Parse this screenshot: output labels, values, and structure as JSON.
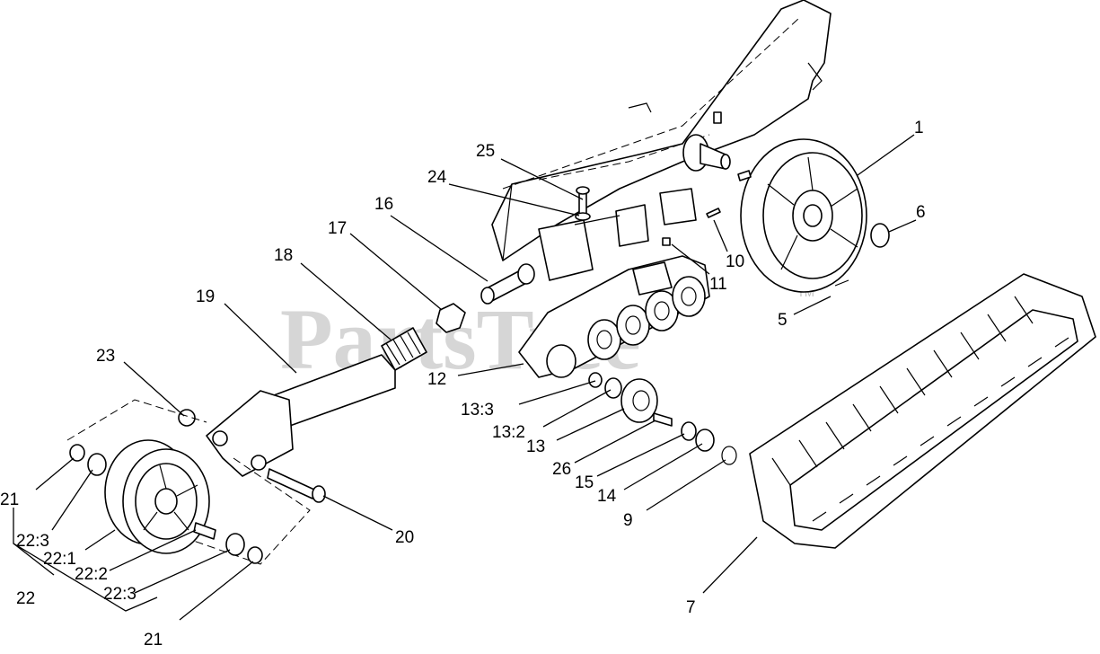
{
  "watermark": {
    "text": "PartsTree",
    "trademark": "TM"
  },
  "callouts": {
    "c1": "1",
    "c5": "5",
    "c6": "6",
    "c7": "7",
    "c9": "9",
    "c10": "10",
    "c11": "11",
    "c12": "12",
    "c13": "13",
    "c13_2": "13:2",
    "c13_3": "13:3",
    "c14": "14",
    "c15": "15",
    "c16": "16",
    "c17": "17",
    "c18": "18",
    "c19": "19",
    "c20": "20",
    "c21a": "21",
    "c21b": "21",
    "c22": "22",
    "c22_1": "22:1",
    "c22_2": "22:2",
    "c22_3a": "22:3",
    "c22_3b": "22:3",
    "c23": "23",
    "c24": "24",
    "c25": "25",
    "c26": "26"
  },
  "colors": {
    "line": "#000000",
    "watermark": "#cfcfcf",
    "background": "#ffffff"
  }
}
